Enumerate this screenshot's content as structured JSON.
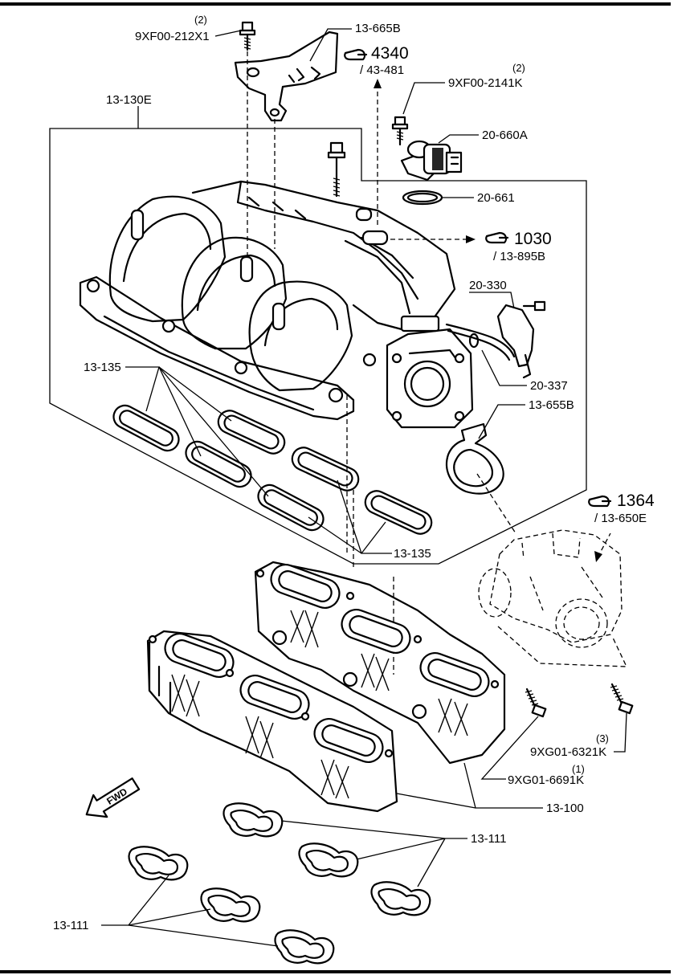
{
  "parts": {
    "bolt_212x1": {
      "code": "9XF00-212X1",
      "qty": "(2)"
    },
    "bracket_665b": {
      "code": "13-665B"
    },
    "ref_4340": {
      "num": "4340",
      "sub": "/ 43-481"
    },
    "bolt_2141k": {
      "code": "9XF00-2141K",
      "qty": "(2)"
    },
    "manifold_130e": {
      "code": "13-130E"
    },
    "sensor_660a": {
      "code": "20-660A"
    },
    "gasket_661": {
      "code": "20-661"
    },
    "ref_1030": {
      "num": "1030",
      "sub": "/ 13-895B"
    },
    "bracket_330": {
      "code": "20-330"
    },
    "gasket_135_upper": {
      "code": "13-135"
    },
    "hose_337": {
      "code": "20-337"
    },
    "gasket_655b": {
      "code": "13-655B"
    },
    "ref_1364": {
      "num": "1364",
      "sub": "/ 13-650E"
    },
    "gasket_135_lower": {
      "code": "13-135"
    },
    "bolt_6321k": {
      "code": "9XG01-6321K",
      "qty": "(3)"
    },
    "bolt_6691k": {
      "code": "9XG01-6691K",
      "qty": "(1)"
    },
    "lower_100": {
      "code": "13-100"
    },
    "gasket_111_right": {
      "code": "13-111"
    },
    "gasket_111_left": {
      "code": "13-111"
    }
  },
  "fwd_label": "FWD"
}
